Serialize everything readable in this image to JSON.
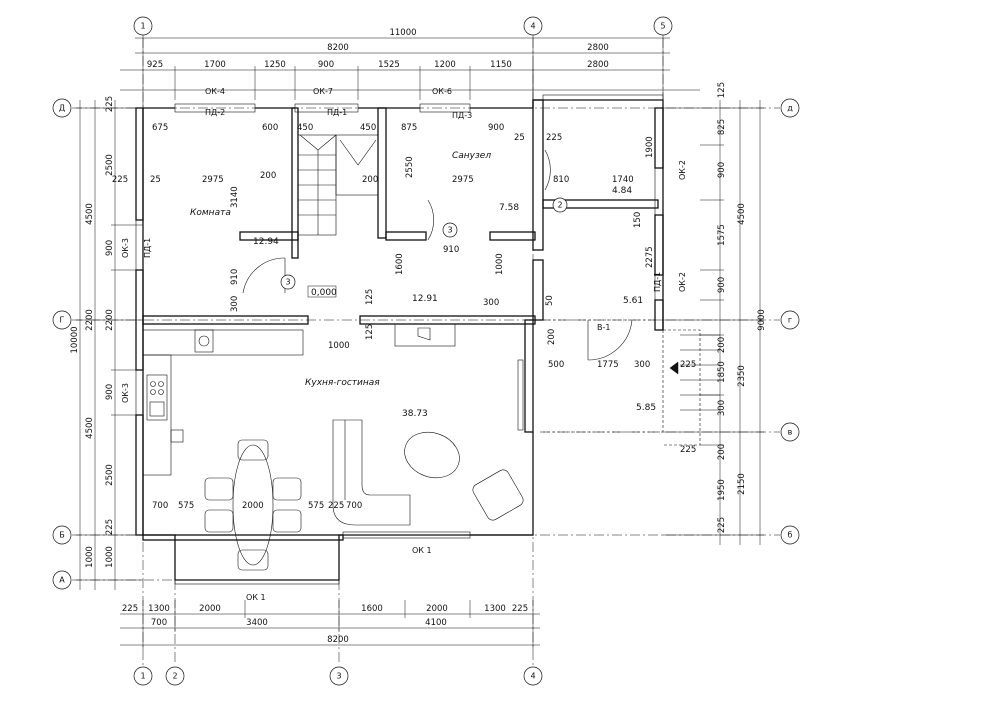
{
  "axes_top": [
    "1",
    "4",
    "5"
  ],
  "axes_bottom": [
    "1",
    "2",
    "3",
    "4"
  ],
  "axes_left": [
    "Д",
    "Г",
    "Б",
    "А"
  ],
  "axes_right": [
    "д",
    "г",
    "в",
    "б"
  ],
  "dims_top": {
    "overall": "11000",
    "row2": [
      "8200",
      "2800"
    ],
    "row3": [
      "925",
      "1700",
      "1250",
      "900",
      "1525",
      "1200",
      "1150",
      "2800"
    ]
  },
  "dims_bottom": {
    "row1": [
      "225",
      "1300",
      "2000",
      "1600",
      "2000",
      "1300",
      "225"
    ],
    "row2": [
      "700",
      "3400",
      "4100"
    ],
    "overall": "8200"
  },
  "dims_left": {
    "overall": "10000",
    "mid": [
      "4500",
      "2200",
      "4500",
      "1000"
    ],
    "inner": [
      "225",
      "2500",
      "225",
      "900",
      "2200",
      "900",
      "2500",
      "225",
      "1000"
    ]
  },
  "dims_right": {
    "overall": "9000",
    "mid": [
      "4500",
      "2350",
      "2150"
    ],
    "inner": [
      "125",
      "825",
      "900",
      "1575",
      "900",
      "200",
      "1850",
      "300",
      "200",
      "1950",
      "225"
    ]
  },
  "openings": [
    "ОК-4",
    "ОК-7",
    "ОК-6",
    "ПД-2",
    "ПД-1",
    "ПД-3",
    "ОК-3",
    "ПД-1",
    "ОК-3",
    "ОК-2",
    "ПД-1",
    "ОК-2",
    "ОК 1",
    "ОК 1",
    "В-1"
  ],
  "rooms": [
    {
      "name": "Комната",
      "area": "12.94",
      "num": "3"
    },
    {
      "name": "Санузел",
      "area": "7.58",
      "num": "3"
    },
    {
      "name": "",
      "area": "4.84",
      "num": "2"
    },
    {
      "name": "",
      "area": "5.61",
      "num": ""
    },
    {
      "name": "Кухня-гостиная",
      "area": "38.73",
      "num": ""
    },
    {
      "name": "",
      "area": "12.91",
      "num": ""
    },
    {
      "name": "",
      "area": "5.85",
      "num": ""
    }
  ],
  "level_mark": "0,000",
  "inner_dims": [
    "675",
    "600",
    "450",
    "450",
    "875",
    "900",
    "25",
    "225",
    "2975",
    "200",
    "2975",
    "200",
    "25",
    "810",
    "1740",
    "3140",
    "2550",
    "1900",
    "910",
    "910",
    "1600",
    "1000",
    "300",
    "300",
    "150",
    "2275",
    "1000",
    "125",
    "125",
    "50",
    "200",
    "500",
    "1775",
    "300",
    "225",
    "700",
    "575",
    "2000",
    "575",
    "225",
    "700",
    "225"
  ]
}
